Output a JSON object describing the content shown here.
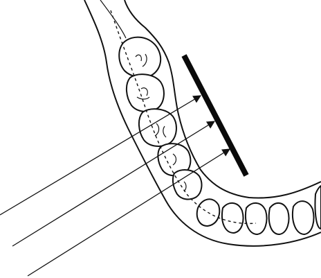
{
  "diagram": {
    "subject": "mandible-occlusal-view",
    "colors": {
      "background": "#ffffff",
      "line": "#111111",
      "detector_bar": "#0a0a0a"
    },
    "parts": {
      "outline": "mandible-outline",
      "canal": "dashed-arch-line",
      "posterior_teeth": [
        "third-molar",
        "second-molar",
        "first-molar",
        "premolar-2",
        "premolar-1"
      ],
      "anterior_teeth": [
        "canine",
        "lateral-incisor",
        "central-incisor",
        "incisor-right",
        "canine-right"
      ],
      "beams": [
        "xray-beam-1",
        "xray-beam-2",
        "xray-beam-3"
      ],
      "receptor": "detector-bar"
    },
    "icons": {
      "arrowhead": "arrowhead-icon"
    }
  }
}
